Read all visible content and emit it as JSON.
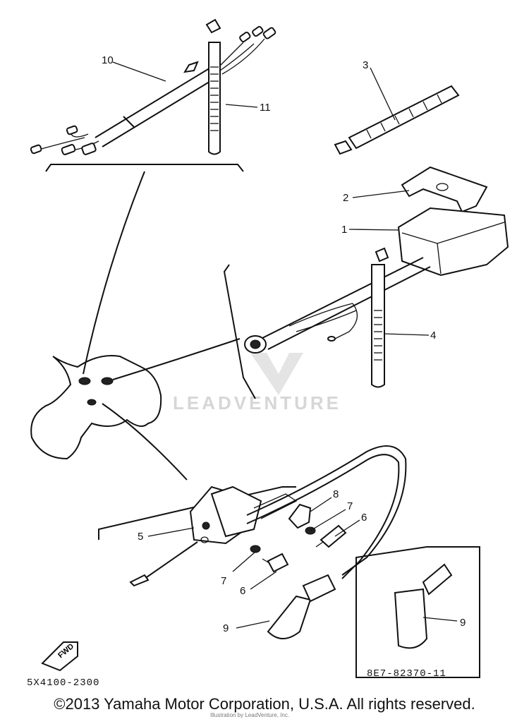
{
  "callouts": {
    "c10": "10",
    "c11": "11",
    "c3": "3",
    "c2": "2",
    "c1": "1",
    "c4": "4",
    "c5": "5",
    "c8": "8",
    "c7a": "7",
    "c6a": "6",
    "c7b": "7",
    "c6b": "6",
    "c9a": "9",
    "c9b": "9"
  },
  "part_code": "5X4100-2300",
  "inset_code": "8E7-82370-11",
  "fwd_label": "FWD",
  "watermark": "LEADVENTURE",
  "copyright": "©2013 Yamaha Motor Corporation, U.S.A. All rights reserved.",
  "small_credit": "Illustration by LeadVenture, Inc."
}
